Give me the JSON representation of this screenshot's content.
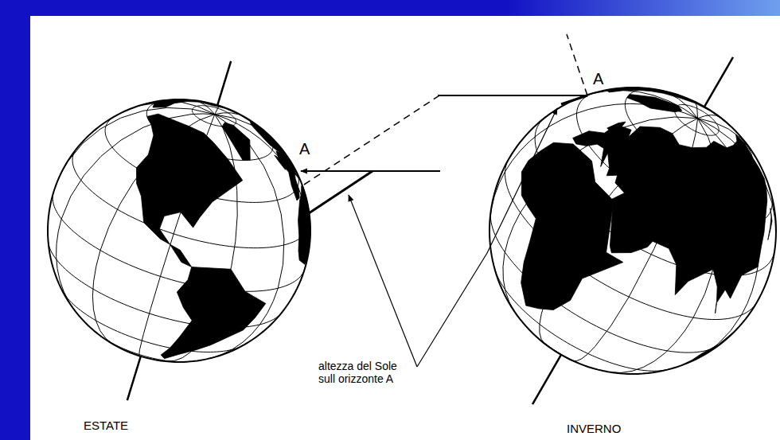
{
  "diagram": {
    "labels": [
      "A",
      "A",
      "altezza del Sole sull orizzonte A",
      "ESTATE",
      "INVERNO"
    ]
  }
}
